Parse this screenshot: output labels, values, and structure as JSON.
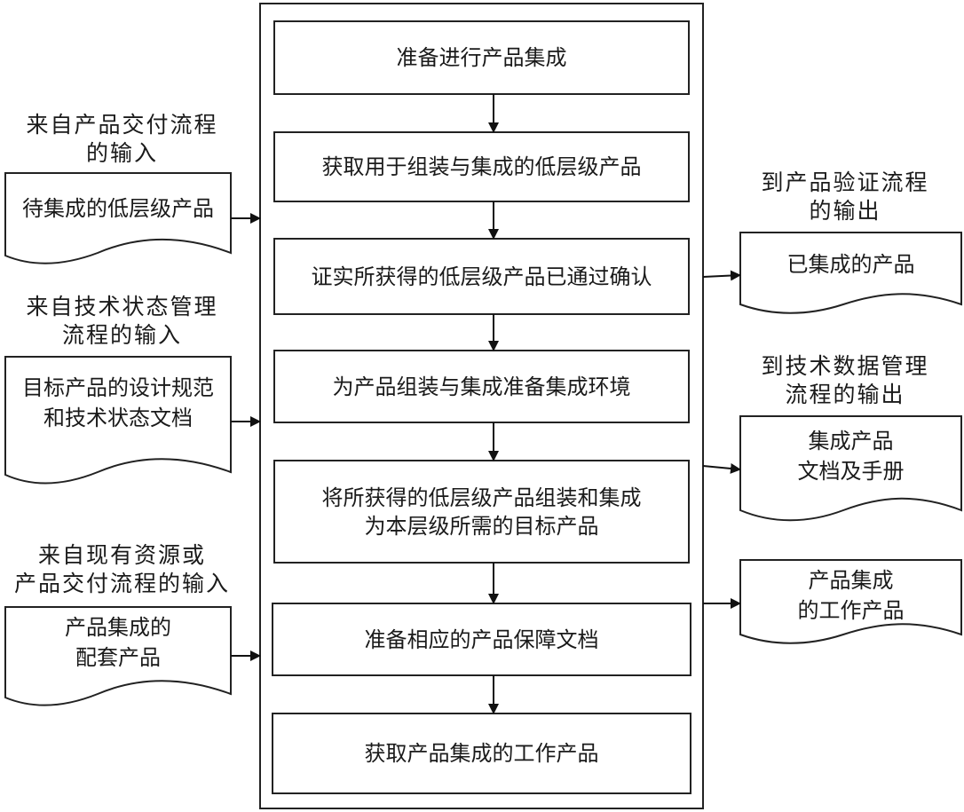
{
  "diagram": {
    "process_steps": [
      {
        "text": "准备进行产品集成"
      },
      {
        "text": "获取用于组装与集成的低层级产品"
      },
      {
        "text": "证实所获得的低层级产品已通过确认"
      },
      {
        "text": "为产品组装与集成准备集成环境"
      },
      {
        "text": "将所获得的低层级产品组装和集成\n为本层级所需的目标产品"
      },
      {
        "text": "准备相应的产品保障文档"
      },
      {
        "text": "获取产品集成的工作产品"
      }
    ],
    "inputs": [
      {
        "source_label": "来自产品交付流程\n的输入",
        "document": "待集成的低层级产品"
      },
      {
        "source_label": "来自技术状态管理\n流程的输入",
        "document": "目标产品的设计规范\n和技术状态文档"
      },
      {
        "source_label": "来自现有资源或\n产品交付流程的输入",
        "document": "产品集成的\n配套产品"
      }
    ],
    "outputs": [
      {
        "destination_label": "到产品验证流程\n的输出",
        "document": "已集成的产品"
      },
      {
        "destination_label": "到技术数据管理\n流程的输出",
        "document": "集成产品\n文档及手册"
      },
      {
        "destination_label": "",
        "document": "产品集成\n的工作产品"
      }
    ]
  }
}
